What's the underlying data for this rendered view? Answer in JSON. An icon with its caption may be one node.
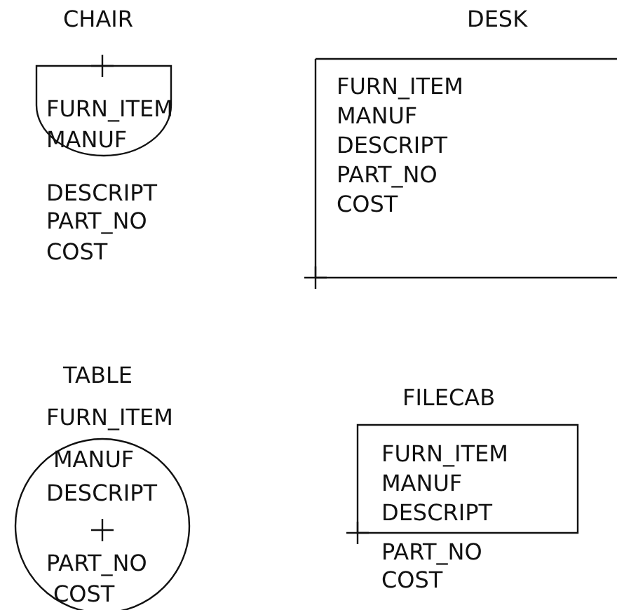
{
  "diagram": {
    "nodes": [
      {
        "text": [
          "CHAIR",
          "FURN_ITEM",
          "MANUF",
          "DESCRIPT",
          "PART_NO",
          "COST"
        ]
      },
      {
        "text": [
          "DESK",
          "FURN_ITEM",
          "MANUF",
          "DESCRIPT",
          "PART_NO",
          "COST"
        ]
      },
      {
        "text": [
          "TABLE",
          "FURN_ITEM",
          "MANUF",
          "DESCRIPT",
          "PART_NO",
          "COST"
        ]
      },
      {
        "text": [
          "FILECAB",
          "FURN_ITEM",
          "MANUF",
          "DESCRIPT",
          "PART_NO",
          "COST"
        ]
      }
    ]
  }
}
